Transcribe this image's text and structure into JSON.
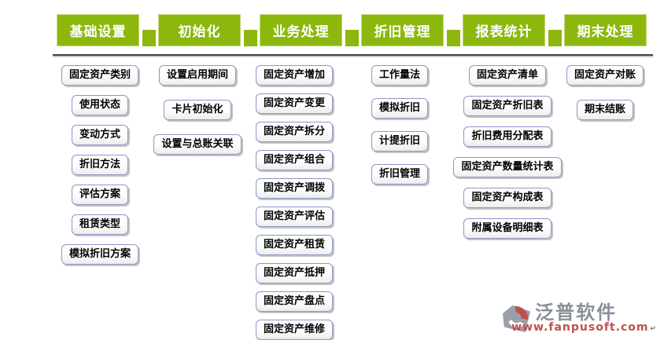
{
  "colors": {
    "tab_green": "#8cb80e",
    "button_border": "#8b97c6",
    "divider_gray": "#414141",
    "brand_gray": "#8a909a",
    "brand_red": "#c0504d"
  },
  "modules": [
    {
      "tab": "基础设置",
      "items": [
        "固定资产类别",
        "使用状态",
        "变动方式",
        "折旧方法",
        "评估方案",
        "租赁类型",
        "模拟折旧方案"
      ]
    },
    {
      "tab": "初始化",
      "items": [
        "设置启用期间",
        "卡片初始化",
        "设置与总账关联"
      ]
    },
    {
      "tab": "业务处理",
      "items": [
        "固定资产增加",
        "固定资产变更",
        "固定资产拆分",
        "固定资产组合",
        "固定资产调拨",
        "固定资产评估",
        "固定资产租赁",
        "固定资产抵押",
        "固定资产盘点",
        "固定资产维修"
      ]
    },
    {
      "tab": "折旧管理",
      "items": [
        "工作量法",
        "模拟折旧",
        "计提折旧",
        "折旧管理"
      ]
    },
    {
      "tab": "报表统计",
      "items": [
        "固定资产清单",
        "固定资产折旧表",
        "折旧费用分配表",
        "固定资产数量统计表",
        "固定资产构成表",
        "附属设备明细表"
      ]
    },
    {
      "tab": "期末处理",
      "items": [
        "固定资产对账",
        "期末结账"
      ]
    }
  ],
  "brand": {
    "name": "泛普软件",
    "url": "www.fanpusoft.com",
    "artifact_mark": "↵"
  }
}
